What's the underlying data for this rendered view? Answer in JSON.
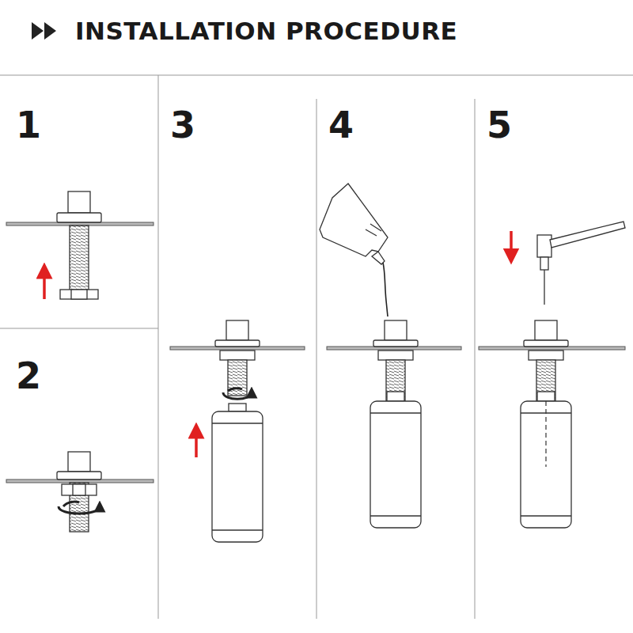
{
  "diagram": {
    "title": "INSTALLATION PROCEDURE",
    "labels": [
      "1",
      "3",
      "4",
      "5",
      "2"
    ]
  }
}
